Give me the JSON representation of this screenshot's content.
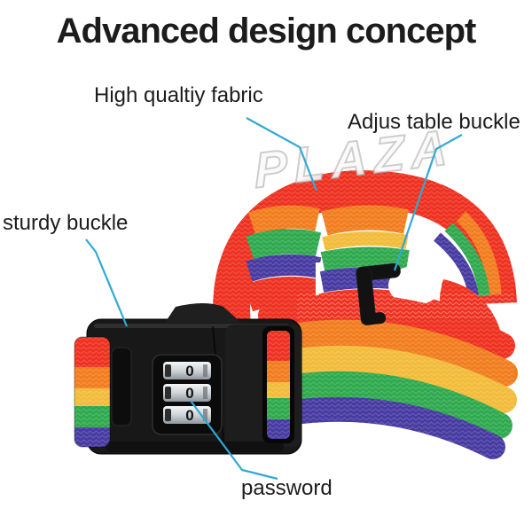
{
  "title": "Advanced design concept",
  "watermark": "PLAZA",
  "callouts": {
    "fabric": {
      "label": "High qualtiy fabric"
    },
    "adjustable": {
      "label": "Adjus table buckle"
    },
    "sturdy": {
      "label": "sturdy buckle"
    },
    "password": {
      "label": "password"
    }
  },
  "lock": {
    "dials": [
      "0",
      "0",
      "0"
    ]
  },
  "colors": {
    "background": "#ffffff",
    "text": "#1c1c1c",
    "callout_line": "#31a9d4",
    "strap_red": "#ee3120",
    "strap_orange": "#f17d1e",
    "strap_yellow": "#f2bc3a",
    "strap_green": "#2fa94e",
    "strap_blue": "#473ba1",
    "buckle_black": "#181818",
    "buckle_dark": "#0b0b0b",
    "dial_silver": "#d9dde0",
    "watermark": "#ffffff"
  }
}
